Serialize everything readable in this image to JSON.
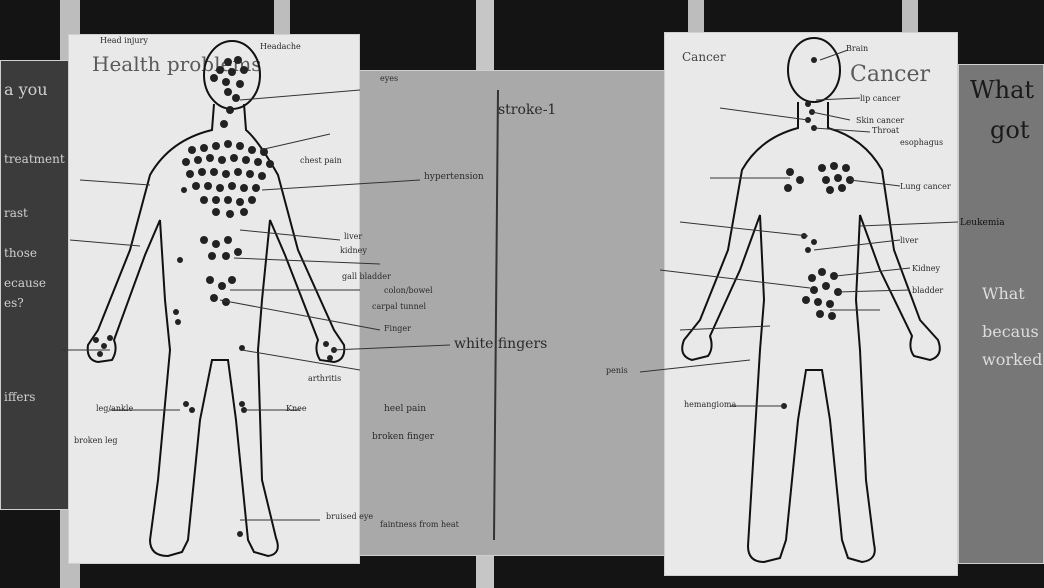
{
  "left_poster": {
    "title": "Health problems",
    "labels": [
      "Head injury",
      "Headache",
      "eyes",
      "chest pain",
      "stroke-1",
      "hypertension",
      "liver",
      "kidney",
      "gall bladder",
      "colon/bowel",
      "carpal tunnel",
      "Finger",
      "white fingers",
      "arthritis",
      "heel pain",
      "broken finger",
      "Knee",
      "leg/ankle",
      "broken leg",
      "bruised eye",
      "faintness from heat"
    ]
  },
  "right_poster": {
    "corner_label": "Cancer",
    "title": "Cancer",
    "labels": [
      "Brain",
      "lip cancer",
      "Skin cancer",
      "Throat",
      "esophagus",
      "Lung cancer",
      "Leukemia",
      "liver",
      "Kidney",
      "bladder",
      "hemangioma",
      "penis"
    ]
  },
  "side_left": {
    "fragments": [
      "a you",
      "treatment",
      "rast",
      "those",
      "ecause",
      "es?",
      "iffers"
    ]
  },
  "side_right": {
    "fragments": [
      "What",
      "got",
      "What",
      "becaus",
      "worked"
    ]
  }
}
